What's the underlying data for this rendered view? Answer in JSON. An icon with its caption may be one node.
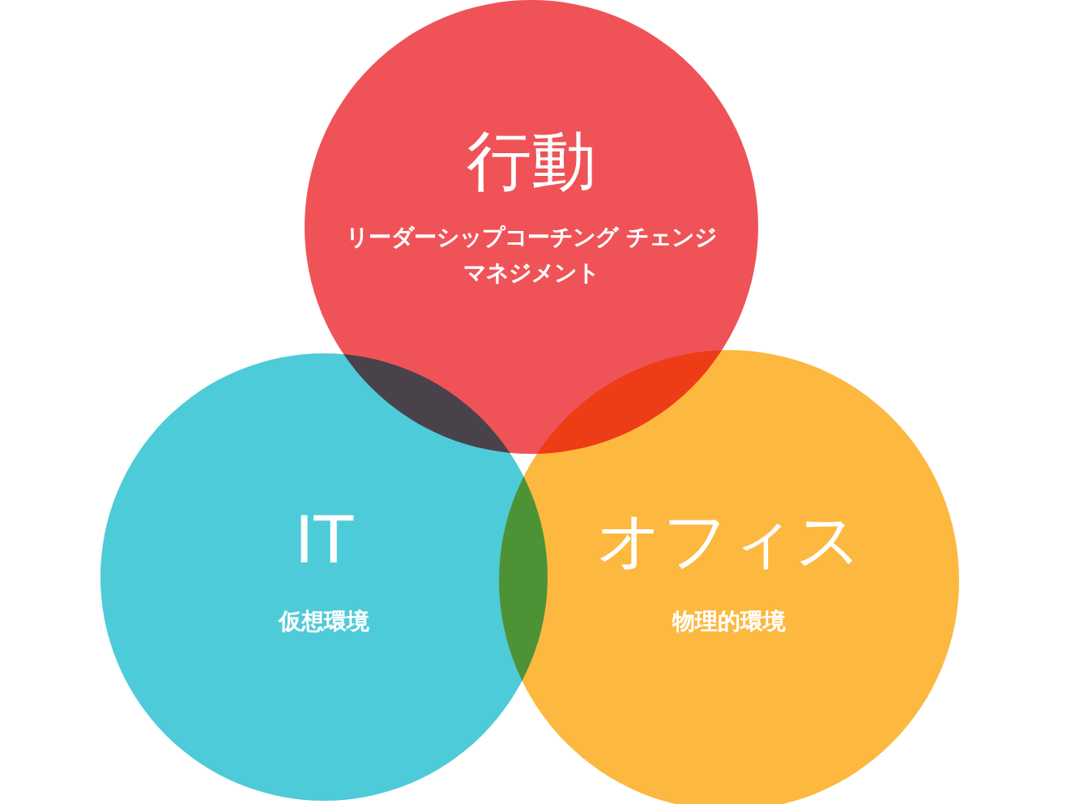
{
  "diagram": {
    "nodes": [
      {
        "text": [
          "行動",
          "リーダーシップコーチング チェンジマネジメント"
        ]
      },
      {
        "text": [
          "IT",
          "仮想環境"
        ]
      },
      {
        "text": [
          "オフィス",
          "物理的環境"
        ]
      }
    ]
  }
}
